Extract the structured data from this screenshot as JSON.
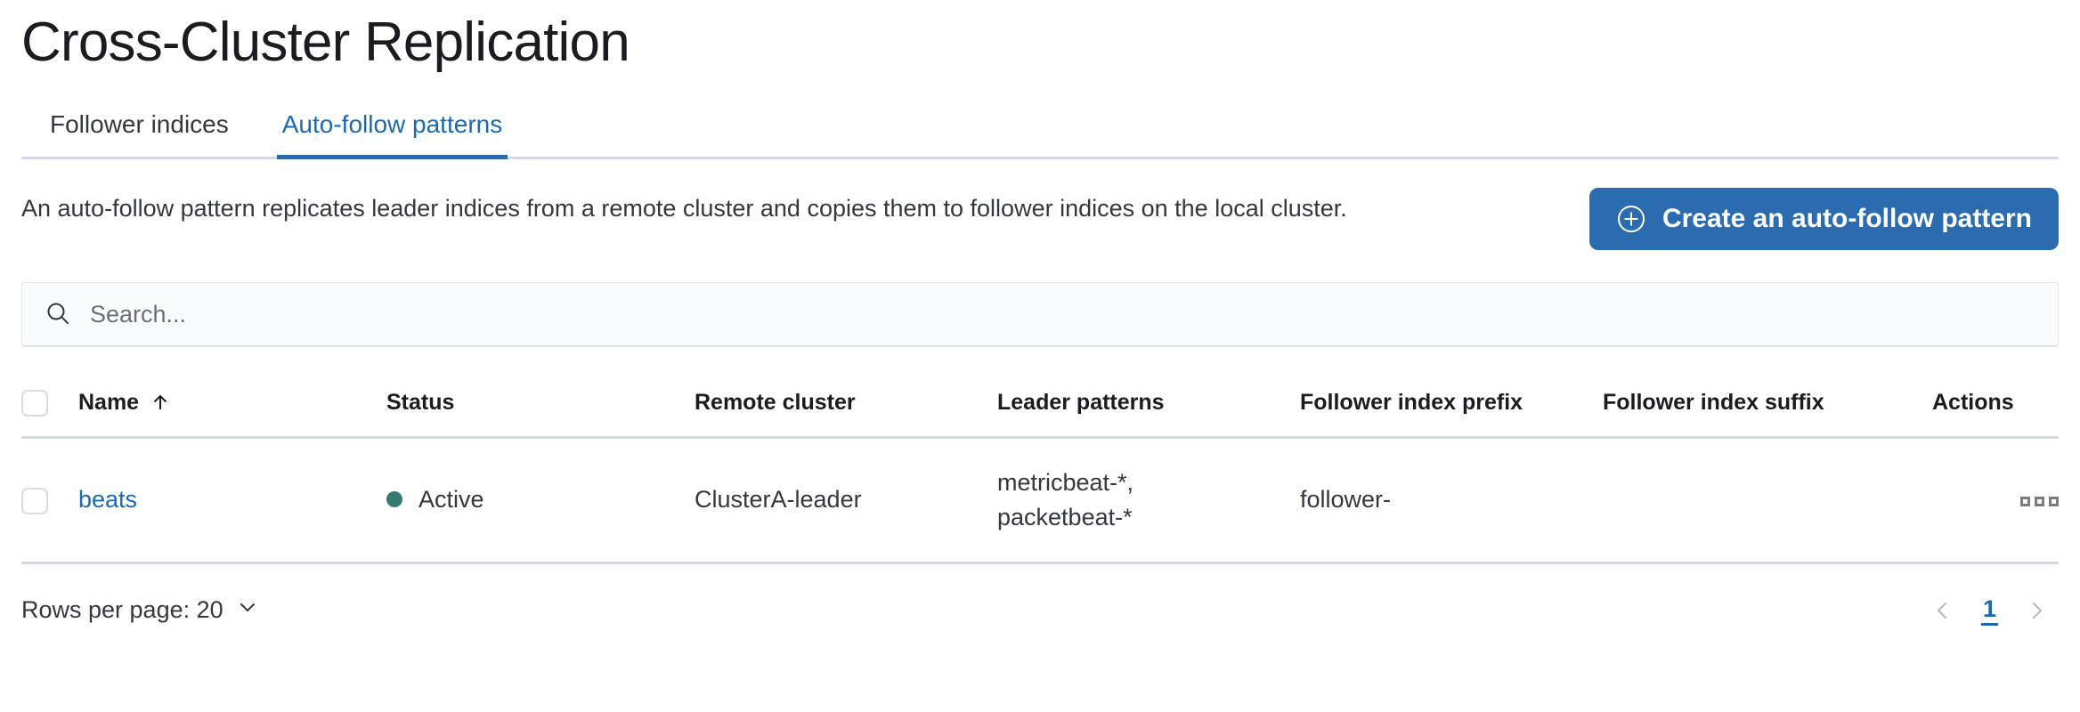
{
  "page": {
    "title": "Cross-Cluster Replication"
  },
  "tabs": [
    {
      "id": "follower-indices",
      "label": "Follower indices",
      "active": false
    },
    {
      "id": "auto-follow-patterns",
      "label": "Auto-follow patterns",
      "active": true
    }
  ],
  "intro": {
    "description": "An auto-follow pattern replicates leader indices from a remote cluster and copies them to follower indices on the local cluster.",
    "create_button_label": "Create an auto-follow pattern",
    "create_button_icon": "plus-in-circle-icon",
    "create_button_color": "#2b6cb0"
  },
  "search": {
    "placeholder": "Search...",
    "value": "",
    "icon": "search-icon"
  },
  "table": {
    "columns": [
      {
        "id": "name",
        "label": "Name",
        "sorted": "asc",
        "sort_icon": "arrow-up-icon"
      },
      {
        "id": "status",
        "label": "Status"
      },
      {
        "id": "remote_cluster",
        "label": "Remote cluster"
      },
      {
        "id": "leader_patterns",
        "label": "Leader patterns"
      },
      {
        "id": "follower_index_prefix",
        "label": "Follower index prefix"
      },
      {
        "id": "follower_index_suffix",
        "label": "Follower index suffix"
      },
      {
        "id": "actions",
        "label": "Actions"
      }
    ],
    "rows": [
      {
        "selected": false,
        "name": "beats",
        "status": "Active",
        "status_color": "#357b72",
        "remote_cluster": "ClusterA-leader",
        "leader_patterns": "metricbeat-*, packetbeat-*",
        "leader_patterns_lines": [
          "metricbeat-*,",
          "packetbeat-*"
        ],
        "follower_index_prefix": "follower-",
        "follower_index_suffix": "",
        "actions_icon": "more-horizontal-icon"
      }
    ]
  },
  "footer": {
    "rows_per_page_label": "Rows per page: 20",
    "rows_per_page_value": "20",
    "rows_per_page_icon": "chevron-down-icon",
    "pagination": {
      "prev_icon": "chevron-left-icon",
      "next_icon": "chevron-right-icon",
      "current_page": "1"
    }
  },
  "colors": {
    "accent_blue": "#1c69b3",
    "button_blue": "#2b6cb0",
    "status_green": "#357b72",
    "border": "#d3dae6",
    "text": "#343741"
  }
}
